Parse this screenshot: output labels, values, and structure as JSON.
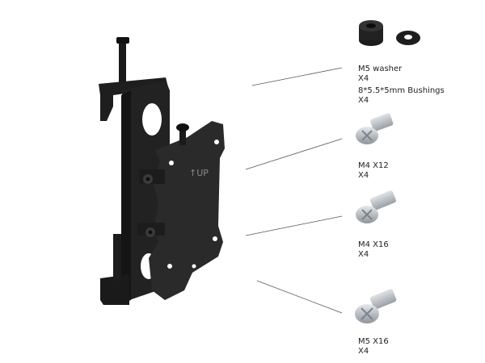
{
  "parts": [
    {
      "name": "M5 washer",
      "qty": "X4"
    },
    {
      "name": "8*5.5*5mm Bushings",
      "qty": "X4"
    },
    {
      "name": "M4 X12",
      "qty": "X4"
    },
    {
      "name": "M4 X16",
      "qty": "X4"
    },
    {
      "name": "M5 X16",
      "qty": "X4"
    }
  ],
  "bracket_marking": "↑UP",
  "colors": {
    "bracket": "#1b1b1b",
    "bracket_face": "#2a2a2a",
    "screw_head": "#c9cdd1",
    "screw_thread": "#b3b8bd",
    "leader_line": "#555555"
  }
}
